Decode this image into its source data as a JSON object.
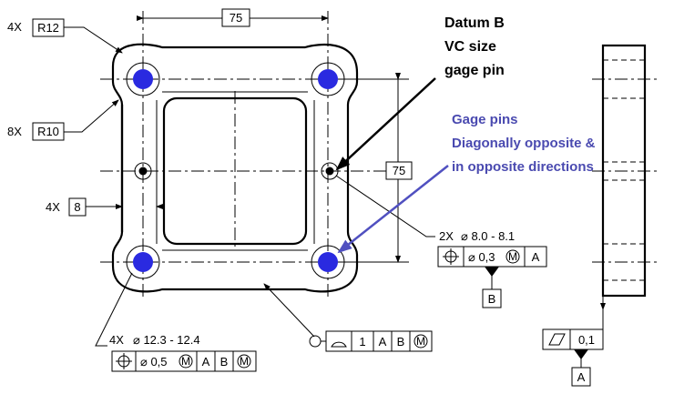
{
  "callouts": {
    "corner_radius": {
      "count": "4X",
      "value": "R12"
    },
    "fillet_radius": {
      "count": "8X",
      "value": "R10"
    },
    "wall": {
      "count": "4X",
      "value": "8"
    },
    "width_dim": "75",
    "height_dim": "75",
    "small_holes": {
      "count": "2X",
      "diameter": "⌀ 8.0 - 8.1"
    },
    "large_holes": {
      "count": "4X",
      "diameter": "⌀ 12.3 - 12.4"
    }
  },
  "fcf": {
    "small_pos": {
      "tol": "⌀ 0,3",
      "mod": "M",
      "datum": "A"
    },
    "large_pos": {
      "tol": "⌀ 0,5",
      "mod": "M",
      "datum1": "A",
      "datum2": "B",
      "datum2_mod": "M"
    },
    "profile": {
      "tol": "1",
      "datum1": "A",
      "datum2": "B",
      "datum2_mod": "M"
    },
    "flatness": {
      "tol": "0,1"
    }
  },
  "datums": {
    "b": "B",
    "a": "A"
  },
  "notes": {
    "datum_b_line1": "Datum B",
    "datum_b_line2": "VC size",
    "datum_b_line3": "gage pin",
    "gage_line1": "Gage pins",
    "gage_line2": "Diagonally opposite  &",
    "gage_line3": "in opposite directions"
  },
  "colors": {
    "pin": "#2a2ae0",
    "note_blue": "#4a4ab0",
    "arrow_blue": "#5050c0"
  }
}
